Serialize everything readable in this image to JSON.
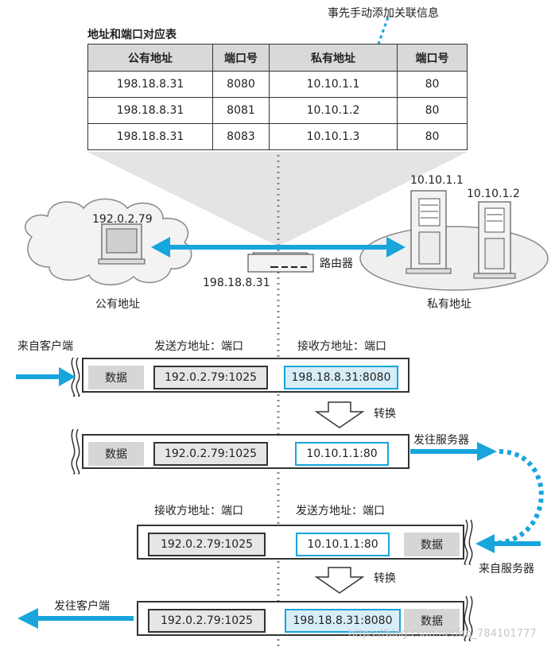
{
  "note": "事先手动添加关联信息",
  "table": {
    "title": "地址和端口对应表",
    "headers": [
      "公有地址",
      "端口号",
      "私有地址",
      "端口号"
    ],
    "rows": [
      [
        "198.18.8.31",
        "8080",
        "10.10.1.1",
        "80"
      ],
      [
        "198.18.8.31",
        "8081",
        "10.10.1.2",
        "80"
      ],
      [
        "198.18.8.31",
        "8083",
        "10.10.1.3",
        "80"
      ]
    ]
  },
  "network": {
    "client_ip": "192.0.2.79",
    "public_label": "公有地址",
    "router_label": "路由器",
    "router_ip": "198.18.8.31",
    "server1_ip": "10.10.1.1",
    "server2_ip": "10.10.1.2",
    "private_label": "私有地址"
  },
  "flow": {
    "from_client": "来自客户端",
    "sender_header": "发送方地址：端口",
    "receiver_header": "接收方地址：端口",
    "convert": "转换",
    "to_server": "发往服务器",
    "from_server": "来自服务器",
    "to_client": "发往客户端",
    "data": "数据",
    "client_addr": "192.0.2.79:1025",
    "public_addr": "198.18.8.31:8080",
    "private_addr": "10.10.1.1:80"
  },
  "watermark": "https://blog.csdn.net/qq_784101777",
  "colors": {
    "accent": "#17a5dc",
    "cell_gray": "#d6d6d6",
    "light_blue": "#d7eef8"
  }
}
